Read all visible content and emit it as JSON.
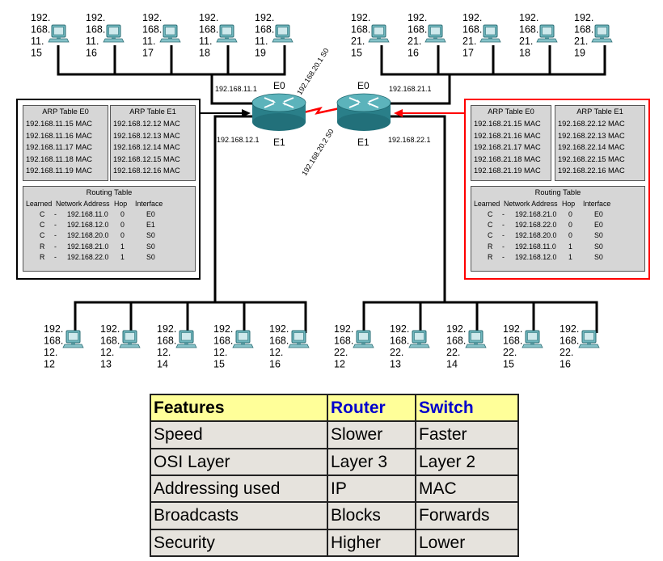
{
  "hosts": {
    "top_left": [
      "192.\n168.\n11.\n15",
      "192.\n168.\n11.\n16",
      "192.\n168.\n11.\n17",
      "192.\n168.\n11.\n18",
      "192.\n168.\n11.\n19"
    ],
    "top_right": [
      "192.\n168.\n21.\n15",
      "192.\n168.\n21.\n16",
      "192.\n168.\n21.\n17",
      "192.\n168.\n21.\n18",
      "192.\n168.\n21.\n19"
    ],
    "bottom_left": [
      "192.\n168.\n12.\n12",
      "192.\n168.\n12.\n13",
      "192.\n168.\n12.\n14",
      "192.\n168.\n12.\n15",
      "192.\n168.\n12.\n16"
    ],
    "bottom_right": [
      "192.\n168.\n22.\n12",
      "192.\n168.\n22.\n13",
      "192.\n168.\n22.\n14",
      "192.\n168.\n22.\n15",
      "192.\n168.\n22.\n16"
    ]
  },
  "router_left": {
    "e0_label": "E0",
    "e1_label": "E1",
    "e0_ip": "192.168.11.1",
    "e1_ip": "192.168.12.1",
    "s0_ip": "192.168.20.1 S0"
  },
  "router_right": {
    "e0_label": "E0",
    "e1_label": "E1",
    "e0_ip": "192.168.21.1",
    "e1_ip": "192.168.22.1",
    "s0_ip": "192.168.20.2 S0"
  },
  "left_panel": {
    "arp_e0": {
      "title": "ARP Table   E0",
      "rows": [
        "192.168.11.15  MAC",
        "192.168.11.16  MAC",
        "192.168.11.17  MAC",
        "192.168.11.18  MAC",
        "192.168.11.19  MAC"
      ]
    },
    "arp_e1": {
      "title": "ARP Table   E1",
      "rows": [
        "192.168.12.12  MAC",
        "192.168.12.13  MAC",
        "192.168.12.14  MAC",
        "192.168.12.15  MAC",
        "192.168.12.16  MAC"
      ]
    },
    "routing": {
      "title": "Routing Table",
      "headers": [
        "Learned",
        "Network Address",
        "Hop",
        "Interface"
      ],
      "rows": [
        [
          "C",
          "-",
          "192.168.11.0",
          "0",
          "E0"
        ],
        [
          "C",
          "-",
          "192.168.12.0",
          "0",
          "E1"
        ],
        [
          "C",
          "-",
          "192.168.20.0",
          "0",
          "S0"
        ],
        [
          "R",
          "-",
          "192.168.21.0",
          "1",
          "S0"
        ],
        [
          "R",
          "-",
          "192.168.22.0",
          "1",
          "S0"
        ]
      ]
    }
  },
  "right_panel": {
    "arp_e0": {
      "title": "ARP Table   E0",
      "rows": [
        "192.168.21.15  MAC",
        "192.168.21.16  MAC",
        "192.168.21.17  MAC",
        "192.168.21.18  MAC",
        "192.168.21.19  MAC"
      ]
    },
    "arp_e1": {
      "title": "ARP Table   E1",
      "rows": [
        "192.168.22.12  MAC",
        "192.168.22.13  MAC",
        "192.168.22.14  MAC",
        "192.168.22.15  MAC",
        "192.168.22.16  MAC"
      ]
    },
    "routing": {
      "title": "Routing Table",
      "headers": [
        "Learned",
        "Network Address",
        "Hop",
        "Interface"
      ],
      "rows": [
        [
          "C",
          "-",
          "192.168.21.0",
          "0",
          "E0"
        ],
        [
          "C",
          "-",
          "192.168.22.0",
          "0",
          "E0"
        ],
        [
          "C",
          "-",
          "192.168.20.0",
          "0",
          "S0"
        ],
        [
          "R",
          "-",
          "192.168.11.0",
          "1",
          "S0"
        ],
        [
          "R",
          "-",
          "192.168.12.0",
          "1",
          "S0"
        ]
      ]
    }
  },
  "features_table": {
    "headers": [
      "Features",
      "Router",
      "Switch"
    ],
    "rows": [
      [
        "Speed",
        "Slower",
        "Faster"
      ],
      [
        "OSI Layer",
        "Layer 3",
        "Layer 2"
      ],
      [
        "Addressing used",
        "IP",
        "MAC"
      ],
      [
        "Broadcasts",
        "Blocks",
        "Forwards"
      ],
      [
        "Security",
        "Higher",
        "Lower"
      ]
    ]
  },
  "colors": {
    "wire": "#000000",
    "serial_link": "#ff0000",
    "router_body": "#2f8f9a",
    "highlight_border": "#ff0000",
    "table_header_bg": "#ffff99",
    "table_body_bg": "#e6e3dd",
    "router_header_text": "#0000cc",
    "switch_header_text": "#0000cc",
    "features_header_text": "#000000"
  },
  "icons": {
    "host": "computer-icon",
    "router": "router-icon"
  }
}
